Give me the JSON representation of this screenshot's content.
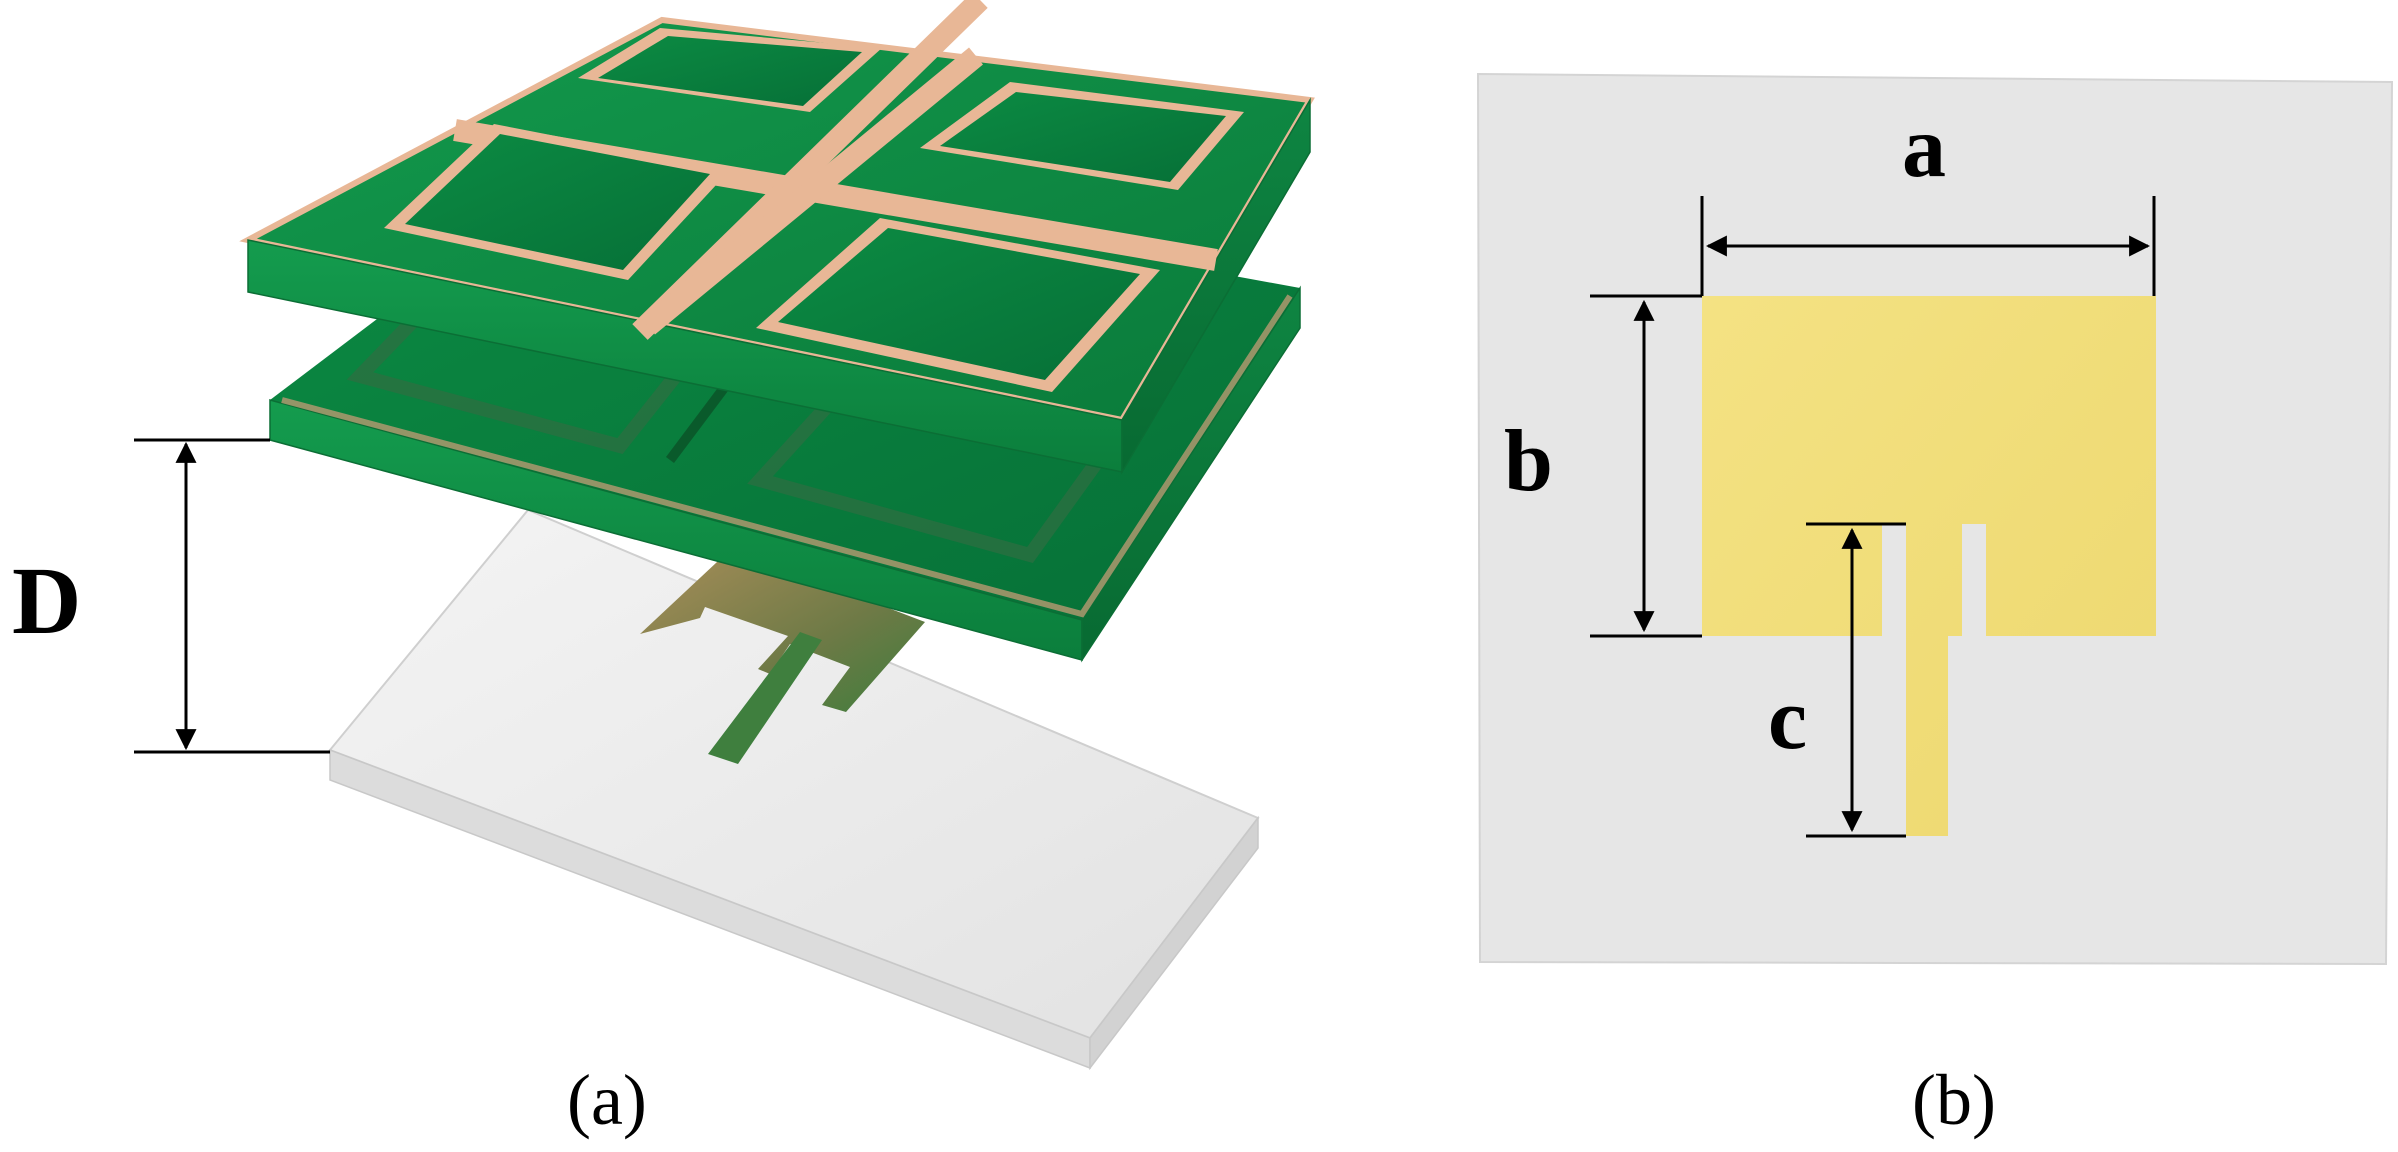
{
  "panel_a": {
    "caption": "(a)",
    "dimension_label": "D",
    "icon": "antenna-with-two-metasurface-layers-3d"
  },
  "panel_b": {
    "caption": "(b)",
    "dimension_labels": {
      "width": "a",
      "height": "b",
      "feed_length": "c"
    },
    "icon": "patch-antenna-top-view"
  },
  "colors": {
    "substrate_green": "#0f8a45",
    "substrate_green_dark": "#08632f",
    "copper_ring": "#e8b796",
    "patch_gold": "#f2df7a",
    "ground_plate": "#e6e6e6"
  }
}
